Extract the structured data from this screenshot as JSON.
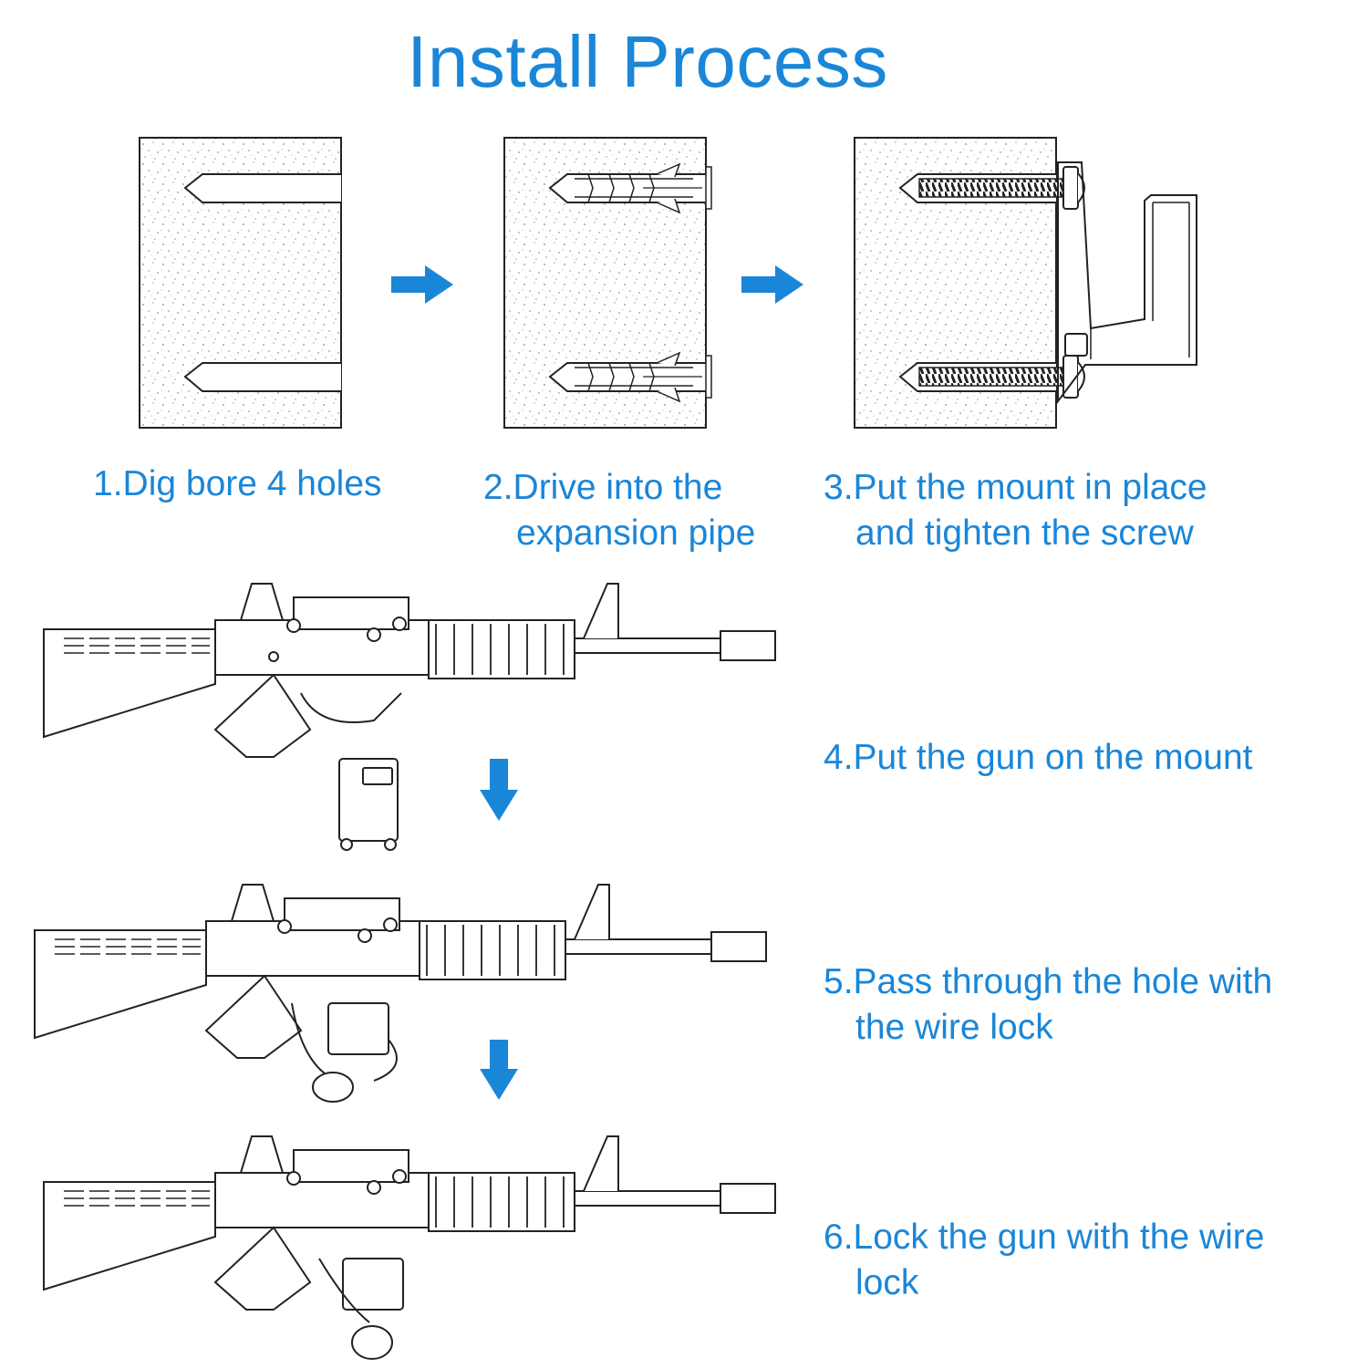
{
  "title": "Install Process",
  "accent_color": "#1a86d8",
  "steps": [
    {
      "num": "1.",
      "line1": "Dig bore 4 holes",
      "line2": ""
    },
    {
      "num": "2.",
      "line1": "Drive into the",
      "line2": "expansion pipe"
    },
    {
      "num": "3.",
      "line1": "Put the mount in place",
      "line2": "and tighten the screw"
    },
    {
      "num": "4.",
      "line1": "Put the gun on the mount",
      "line2": ""
    },
    {
      "num": "5.",
      "line1": "Pass through the hole with",
      "line2": "the wire lock"
    },
    {
      "num": "6.",
      "line1": "Lock the gun with the wire",
      "line2": "lock"
    }
  ],
  "icons": {
    "arrow_right": "arrow-right-icon",
    "arrow_down": "arrow-down-icon"
  }
}
